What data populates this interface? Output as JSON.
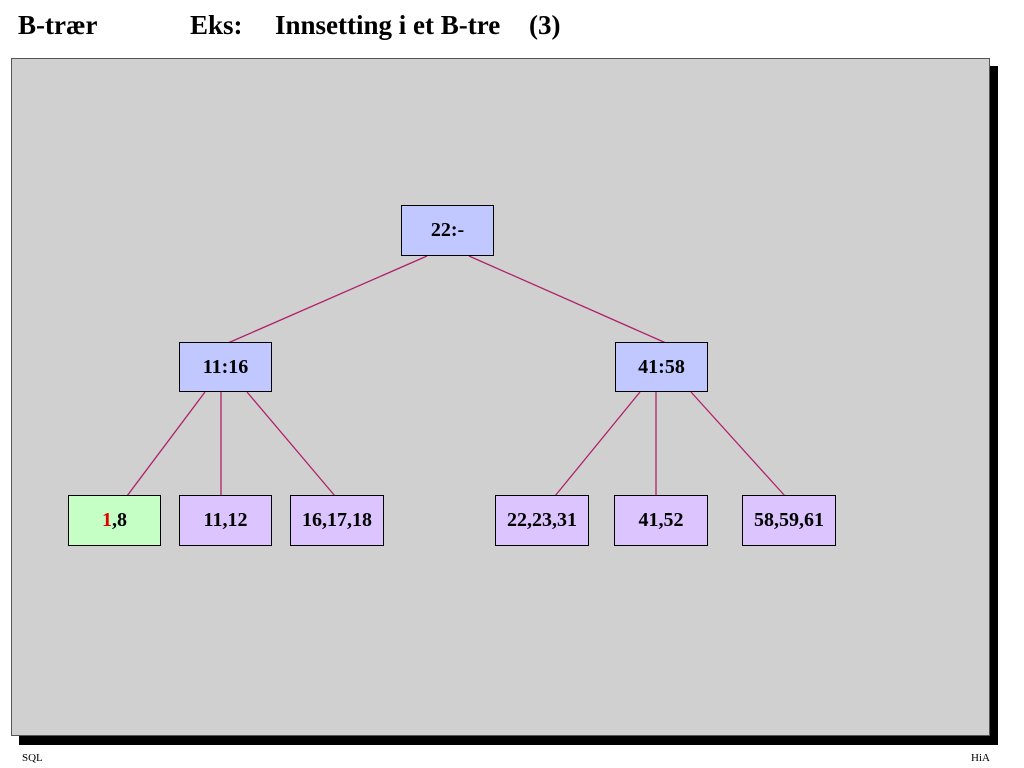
{
  "header": {
    "section": "B-trær",
    "label": "Eks:",
    "title": "Innsetting i et B-tre",
    "step": "(3)"
  },
  "tree": {
    "root": "22:-",
    "left_internal": "11:16",
    "right_internal": "41:58",
    "leaves": {
      "leaf1_new_key": "1",
      "leaf1_rest": ",8",
      "leaf2": "11,12",
      "leaf3": "16,17,18",
      "leaf4": "22,23,31",
      "leaf5": "41,52",
      "leaf6": "58,59,61"
    }
  },
  "footer": {
    "left": "SQL",
    "right": "HiA"
  },
  "colors": {
    "edge": "#b0206a",
    "internal_node": "#c0c8ff",
    "leaf_node": "#dcc4ff",
    "new_leaf_node": "#c6ffc6",
    "new_key": "#e00000"
  }
}
